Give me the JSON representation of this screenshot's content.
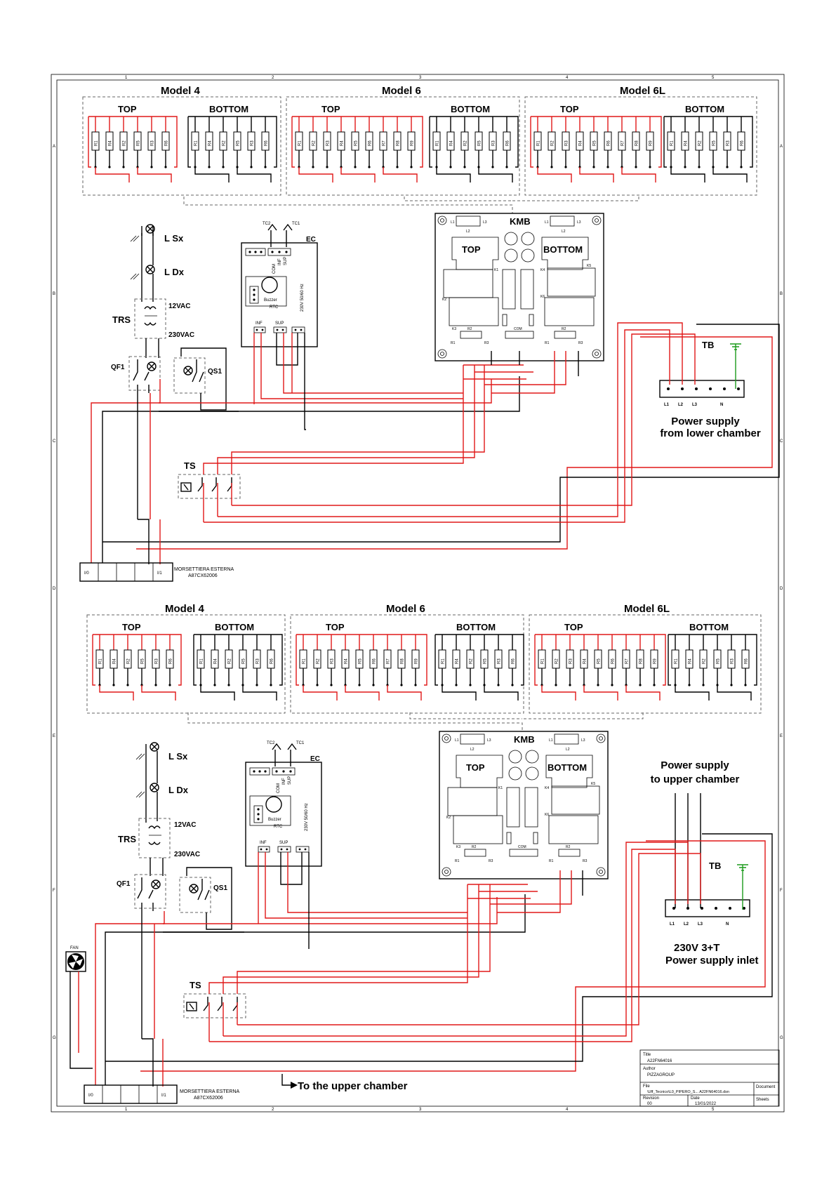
{
  "sheet": {
    "col_nums": [
      "1",
      "2",
      "3",
      "4",
      "5"
    ],
    "row_letters": [
      "A",
      "B",
      "C",
      "D",
      "E",
      "F",
      "G"
    ]
  },
  "upper": {
    "models": [
      {
        "name": "Model 4",
        "top": "TOP",
        "bottom": "BOTTOM",
        "top_res": [
          "R1",
          "R4",
          "R2",
          "R5",
          "R3",
          "R6"
        ],
        "bottom_res": [
          "R1",
          "R4",
          "R2",
          "R5",
          "R3",
          "R6"
        ]
      },
      {
        "name": "Model 6",
        "top": "TOP",
        "bottom": "BOTTOM",
        "top_res": [
          "R1",
          "R2",
          "R3",
          "R4",
          "R5",
          "R6",
          "R7",
          "R8",
          "R9"
        ],
        "bottom_res": [
          "R1",
          "R4",
          "R2",
          "R5",
          "R3",
          "R6"
        ]
      },
      {
        "name": "Model 6L",
        "top": "TOP",
        "bottom": "BOTTOM",
        "top_res": [
          "R1",
          "R2",
          "R3",
          "R4",
          "R5",
          "R6",
          "R7",
          "R8",
          "R9"
        ],
        "bottom_res": [
          "R1",
          "R4",
          "R2",
          "R5",
          "R3",
          "R6"
        ]
      }
    ],
    "lamps": [
      "L Sx",
      "L Dx"
    ],
    "trs": "TRS",
    "v12": "12VAC",
    "v230": "230VAC",
    "qf1": "QF1",
    "qs1": "QS1",
    "ts": "TS",
    "ec": {
      "name": "EC",
      "tc1": "TC1",
      "tc2": "TC2",
      "com": "COM",
      "inf": "INF",
      "sup": "SUP",
      "buzzer": "Buzzer",
      "rtc": "RTC",
      "volt": "230V 50/60 Hz",
      "inf2": "INF",
      "sup2": "SUP"
    },
    "kmb": {
      "name": "KMB",
      "top": "TOP",
      "bottom": "BOTTOM",
      "l1": "L1",
      "l2": "L2",
      "l3": "L3",
      "k1": "K1",
      "k2": "K2",
      "k3": "K3",
      "k4": "K4",
      "k5": "K5",
      "k6": "K6",
      "r1": "R1",
      "r2": "R2",
      "r3": "R3",
      "com": "COM"
    },
    "tb": {
      "name": "TB",
      "terms": [
        "L1",
        "L2",
        "L3",
        "",
        "N",
        ""
      ]
    },
    "power_label_1": "Power supply",
    "power_label_2": "from lower chamber",
    "terminal_cells": [
      "I/0",
      "",
      "",
      "",
      "I/1"
    ],
    "terminal_label_1": "MORSETTIERA ESTERNA",
    "terminal_label_2": "A87CX62006"
  },
  "lower": {
    "models": [
      {
        "name": "Model 4",
        "top": "TOP",
        "bottom": "BOTTOM",
        "top_res": [
          "R1",
          "R4",
          "R2",
          "R5",
          "R3",
          "R6"
        ],
        "bottom_res": [
          "R1",
          "R4",
          "R2",
          "R5",
          "R3",
          "R6"
        ]
      },
      {
        "name": "Model 6",
        "top": "TOP",
        "bottom": "BOTTOM",
        "top_res": [
          "R1",
          "R2",
          "R3",
          "R4",
          "R5",
          "R6",
          "R7",
          "R8",
          "R9"
        ],
        "bottom_res": [
          "R1",
          "R4",
          "R2",
          "R5",
          "R3",
          "R6"
        ]
      },
      {
        "name": "Model 6L",
        "top": "TOP",
        "bottom": "BOTTOM",
        "top_res": [
          "R1",
          "R2",
          "R3",
          "R4",
          "R5",
          "R6",
          "R7",
          "R8",
          "R9"
        ],
        "bottom_res": [
          "R1",
          "R4",
          "R2",
          "R5",
          "R3",
          "R6"
        ]
      }
    ],
    "lamps": [
      "L Sx",
      "L Dx"
    ],
    "trs": "TRS",
    "v12": "12VAC",
    "v230": "230VAC",
    "qf1": "QF1",
    "qs1": "QS1",
    "ts": "TS",
    "fan": "FAN",
    "ec": {
      "name": "EC",
      "tc1": "TC1",
      "tc2": "TC2",
      "com": "COM",
      "inf": "INF",
      "sup": "SUP",
      "buzzer": "Buzzer",
      "rtc": "RTC",
      "volt": "230V 50/60 Hz",
      "inf2": "INF",
      "sup2": "SUP"
    },
    "kmb": {
      "name": "KMB",
      "top": "TOP",
      "bottom": "BOTTOM",
      "l1": "L1",
      "l2": "L2",
      "l3": "L3",
      "k1": "K1",
      "k2": "K2",
      "k3": "K3",
      "k4": "K4",
      "k5": "K5",
      "k6": "K6",
      "r1": "R1",
      "r2": "R2",
      "r3": "R3",
      "com": "COM"
    },
    "tb": {
      "name": "TB",
      "terms": [
        "L1",
        "L2",
        "L3",
        "",
        "N",
        ""
      ]
    },
    "upper_power_1": "Power supply",
    "upper_power_2": "to upper chamber",
    "inlet_1": "230V 3+T",
    "inlet_2": "Power supply inlet",
    "terminal_cells": [
      "I/0",
      "",
      "",
      "",
      "I/1"
    ],
    "terminal_label_1": "MORSETTIERA ESTERNA",
    "terminal_label_2": "A87CX62006",
    "to_upper": "To the upper chamber"
  },
  "title_block": {
    "title_label": "Title",
    "title": "A22FN64016",
    "author_label": "Author",
    "author": "PIZZAGROUP",
    "file_label": "File",
    "file": "\\Uff_Tecnico\\L0_PIPERO_S... A22FN64016.dsn",
    "document_label": "Document",
    "revision_label": "Revision",
    "revision": "00",
    "date_label": "Date",
    "date": "13/01/2022",
    "sheets_label": "Sheets"
  },
  "colors": {
    "wire_red": "#e01818",
    "wire_black": "#000000",
    "earth_green": "#1a9a1a"
  }
}
